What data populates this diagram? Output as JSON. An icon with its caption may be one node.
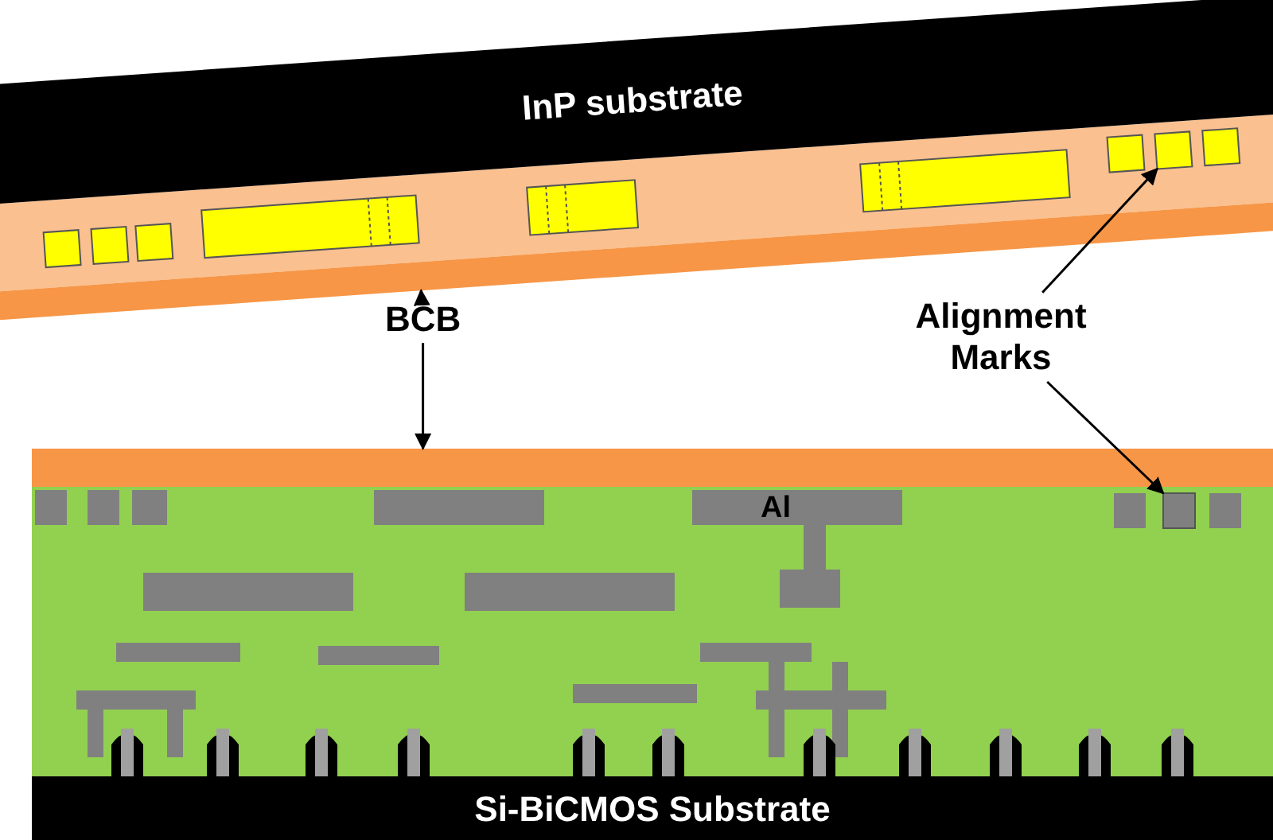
{
  "diagram": {
    "nodes": [
      {
        "text": [
          "InP substrate"
        ]
      },
      {
        "text": [
          "Si-BiCMOS Substrate"
        ]
      },
      {
        "text": [
          "BCB"
        ]
      },
      {
        "text": [
          "Alignment Marks"
        ]
      },
      {
        "text": [],
        "shape": "bar"
      },
      {
        "text": [],
        "shape": "bar"
      },
      {
        "text": [],
        "shape": "box"
      },
      {
        "text": [],
        "shape": "box"
      }
    ],
    "edges": [
      {
        "from": 2,
        "to": 4,
        "arrow": "to"
      },
      {
        "from": 2,
        "to": 5,
        "arrow": "to"
      },
      {
        "from": 3,
        "to": 6,
        "arrow": "to"
      },
      {
        "from": 3,
        "to": 7,
        "arrow": "to"
      }
    ],
    "labels": [
      "Al"
    ]
  }
}
